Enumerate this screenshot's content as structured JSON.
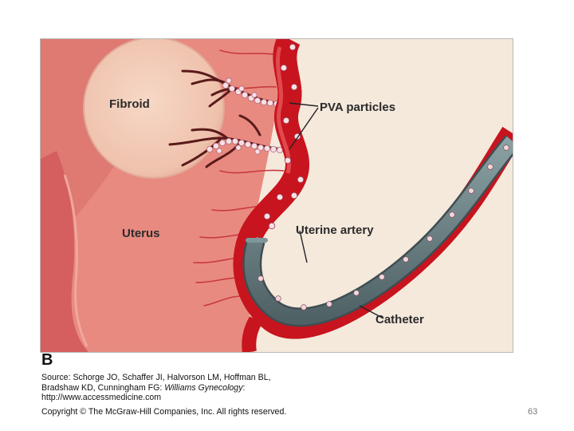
{
  "figure": {
    "labels": {
      "fibroid": "Fibroid",
      "pva_particles": "PVA particles",
      "uterus": "Uterus",
      "uterine_artery": "Uterine artery",
      "catheter": "Catheter"
    },
    "panel_letter": "B"
  },
  "source": {
    "line1": "Source: Schorge JO, Schaffer JI, Halvorson LM, Hoffman BL,",
    "line2_prefix": "Bradshaw KD, Cunningham FG: ",
    "line2_title": "Williams Gynecology",
    "line2_suffix": ":",
    "line3": "http://www.accessmedicine.com",
    "line4": "Copyright © The McGraw-Hill Companies, Inc. All rights reserved."
  },
  "slide_number": "63",
  "colors": {
    "tissue": "#e88a80",
    "tissue_dark": "#c9504c",
    "fibroid": "#f2c9b6",
    "background": "#f5e9dc",
    "artery": "#c8141e",
    "catheter": "#5f7478",
    "particle": "#f3d6dc"
  }
}
